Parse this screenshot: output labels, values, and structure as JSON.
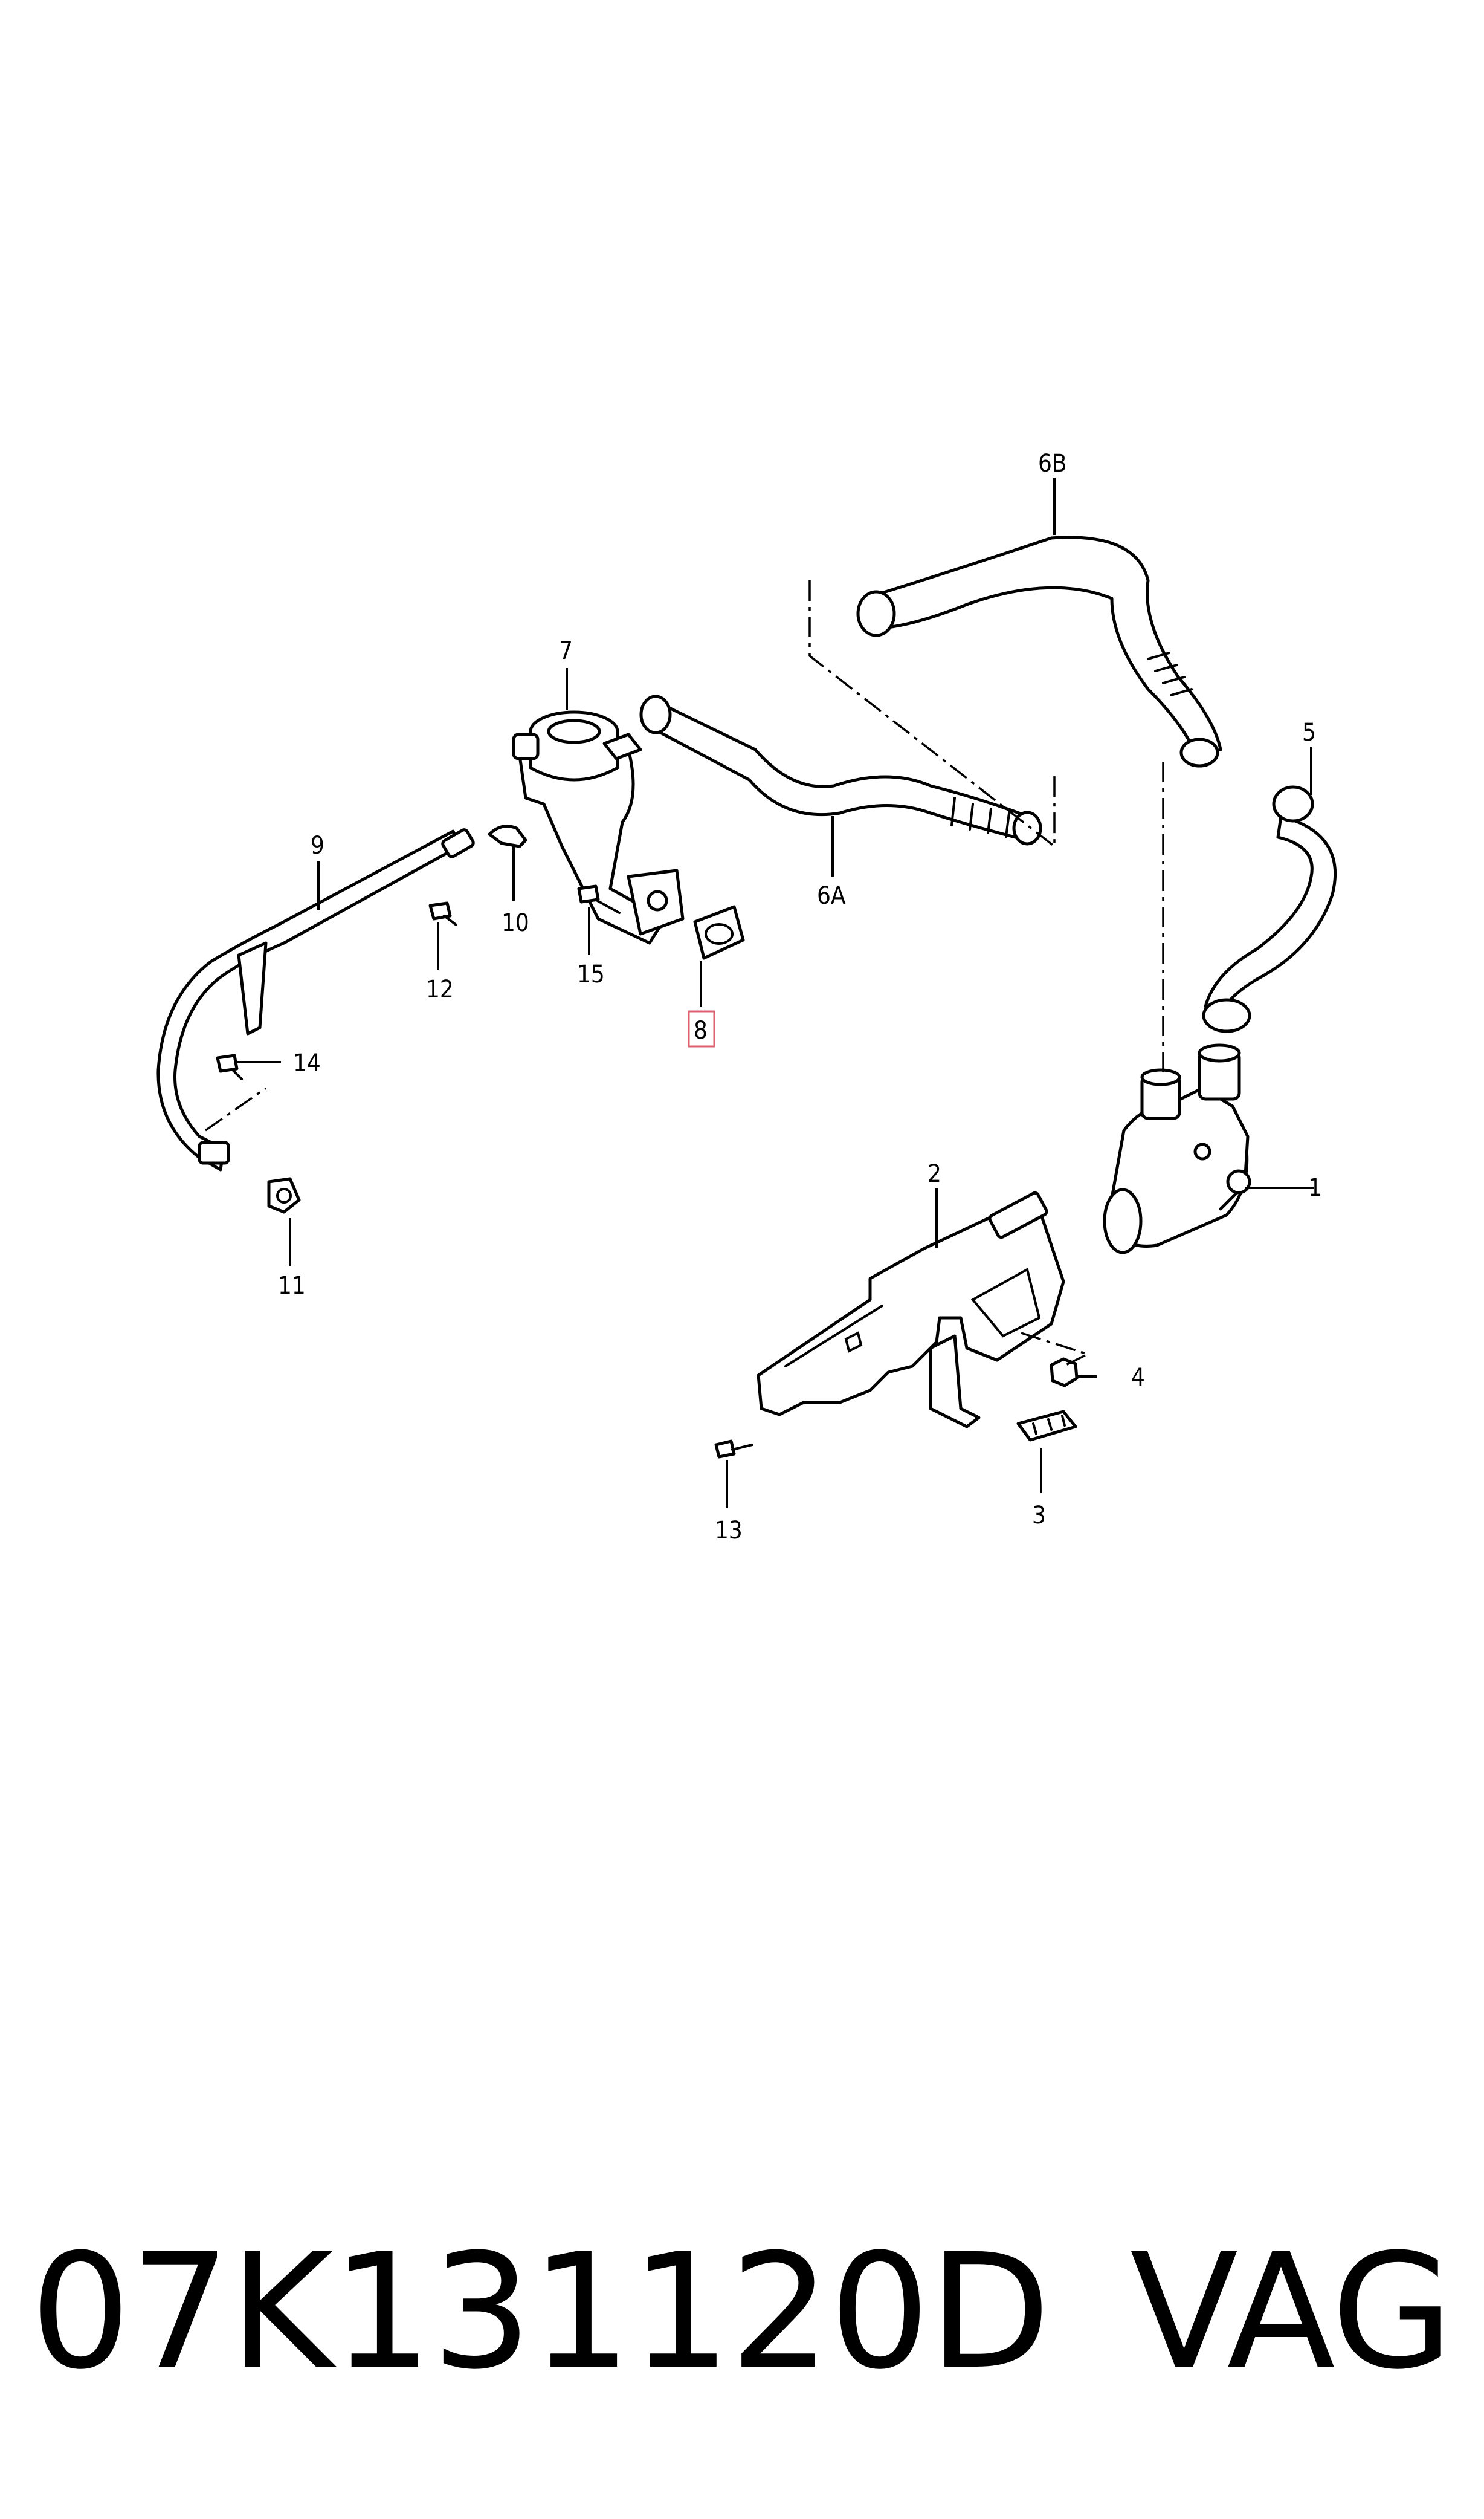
{
  "callouts": {
    "c1": "1",
    "c2": "2",
    "c3": "3",
    "c4": "4",
    "c5": "5",
    "c6a": "6A",
    "c6b": "6B",
    "c7": "7",
    "c8": "8",
    "c9": "9",
    "c10": "10",
    "c11": "11",
    "c12": "12",
    "c13": "13",
    "c14": "14",
    "c15": "15"
  },
  "highlighted_callout": "8",
  "footer": {
    "part_number": "07K131120D",
    "brand": "VAG"
  }
}
